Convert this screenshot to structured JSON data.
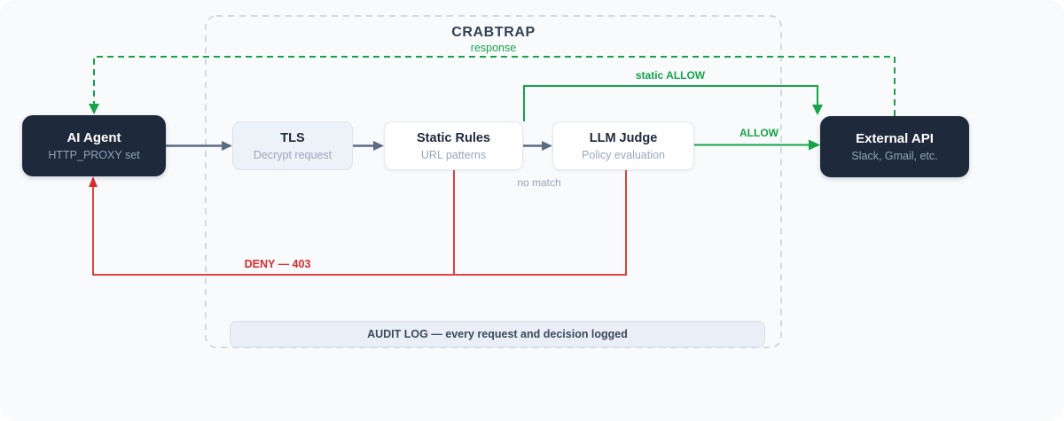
{
  "container": {
    "title": "CRABTRAP",
    "response_label": "response"
  },
  "nodes": {
    "ai_agent": {
      "title": "AI Agent",
      "subtitle": "HTTP_PROXY set"
    },
    "tls": {
      "title": "TLS",
      "subtitle": "Decrypt request"
    },
    "static_rules": {
      "title": "Static Rules",
      "subtitle": "URL patterns"
    },
    "llm_judge": {
      "title": "LLM Judge",
      "subtitle": "Policy evaluation"
    },
    "external_api": {
      "title": "External API",
      "subtitle": "Slack, Gmail, etc."
    }
  },
  "edges": {
    "static_allow_label": "static ALLOW",
    "allow_label": "ALLOW",
    "no_match_label": "no match",
    "deny_label": "DENY — 403"
  },
  "audit": {
    "label": "AUDIT LOG — every request and decision logged"
  },
  "colors": {
    "background": "#f8fafc",
    "node_dark": "#1e293b",
    "green": "#16a34a",
    "red": "#d92c2c",
    "gray_arrow": "#5b6b82",
    "dashed_border": "#cbd5e1",
    "subtitle_gray": "#94a3b8"
  }
}
